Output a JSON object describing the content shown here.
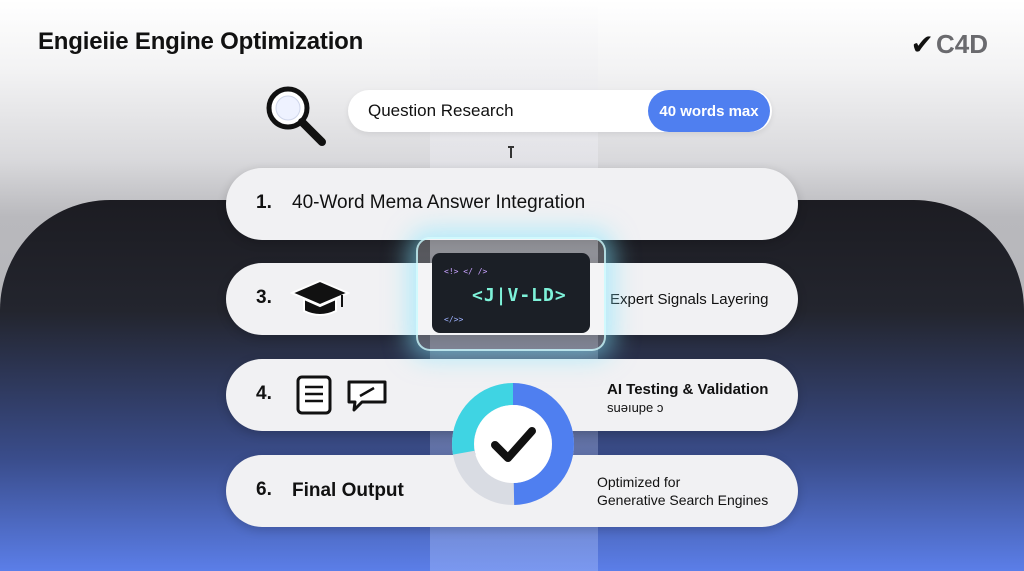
{
  "header": {
    "title": "Engieiie Engine Optimization",
    "logo_text": "C4D"
  },
  "search": {
    "label": "Question Research",
    "badge": "40 words max"
  },
  "steps": [
    {
      "number": "1.",
      "label": "40-Word Mema Answer Integration"
    },
    {
      "number": "3.",
      "side_label": "Expert Signals Layering"
    },
    {
      "number": "4.",
      "side_label": "AI Testing & Validation",
      "side_sub": "suǝıupe ɔ"
    },
    {
      "number": "6.",
      "label": "Final Output",
      "side_label_1": "Optimized for",
      "side_label_2": "Generative Search Engines"
    }
  ],
  "code_card": {
    "line1": "<!> </ />",
    "main": "<J|V-LD>",
    "line3": "</>>"
  },
  "progress_ring": {
    "fill_fraction": 0.62,
    "colors": [
      "#4f7ff0",
      "#3fd4e3",
      "#d9dce3"
    ]
  },
  "colors": {
    "accent": "#4f7ff0",
    "teal": "#3fd4e3",
    "dark": "#1c1c22"
  },
  "icons": [
    "magnifier-icon",
    "graduation-cap-icon",
    "document-icon",
    "chat-icon",
    "check-icon"
  ]
}
